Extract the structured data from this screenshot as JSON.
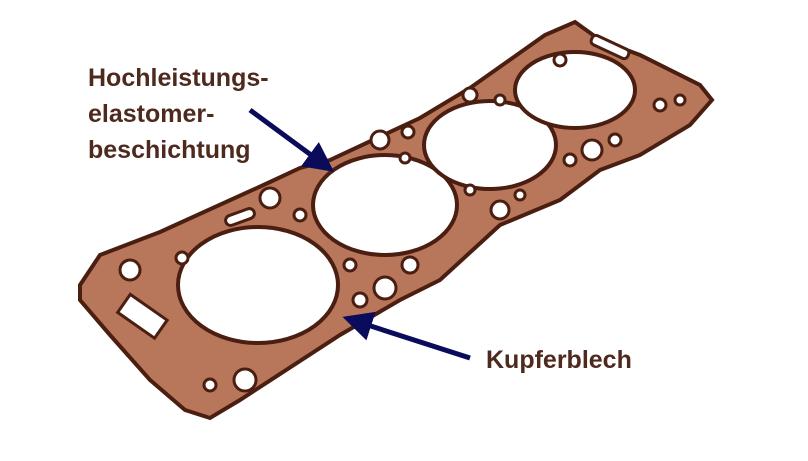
{
  "labels": {
    "coating": [
      "Hochleistungs-",
      "elastomer-",
      "beschichtung"
    ],
    "sheet": "Kupferblech"
  },
  "colors": {
    "copper": "#b8765a",
    "outline": "#4a1e10",
    "text": "#4e2a1e",
    "arrow": "#0b0b5c"
  }
}
